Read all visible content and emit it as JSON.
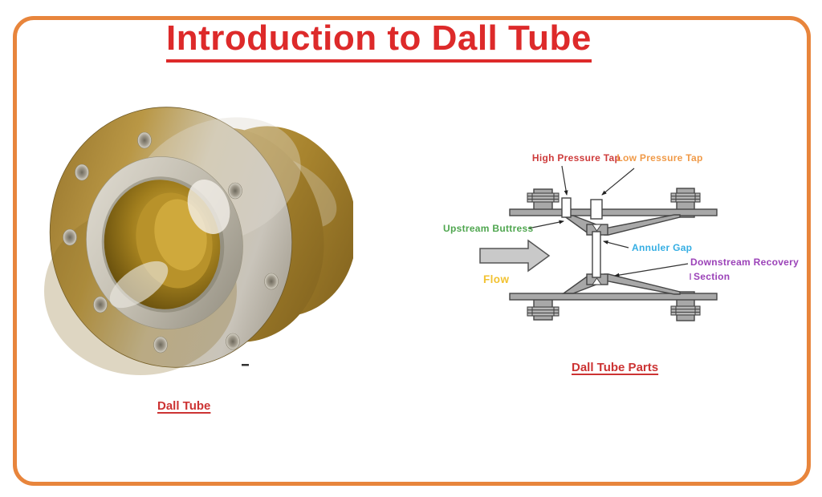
{
  "page": {
    "title": "Introduction to Dall Tube",
    "title_color": "#dd2a2a",
    "border_color": "#e8853c",
    "background": "#ffffff"
  },
  "photo": {
    "caption": "Dall Tube",
    "caption_color": "#cc3333",
    "colors": {
      "brass": "#a8842e",
      "silver": "#c9c4ba",
      "bore_gold": "#b8922a"
    }
  },
  "diagram": {
    "caption": "Dall Tube Parts",
    "caption_color": "#cc3333",
    "body_fill": "#a8a8a8",
    "outline_color": "#454545",
    "flow_arrow_fill": "#c9c9c9",
    "labels": {
      "high_pressure_tap": {
        "text": "High Pressure Tap",
        "color": "#ce3b3b"
      },
      "low_pressure_tap": {
        "text": "Low Pressure Tap",
        "color": "#f09a48"
      },
      "upstream_buttress": {
        "text": "Upstream Buttress",
        "color": "#4fa64f"
      },
      "annuler_gap": {
        "text": "Annuler Gap",
        "color": "#35aee3"
      },
      "downstream_recovery_line1": {
        "text": "Downstream Recovery",
        "color": "#9b42b8"
      },
      "downstream_recovery_line2": {
        "text": "Section",
        "color": "#9b42b8"
      },
      "flow": {
        "text": "Flow",
        "color": "#f2c230"
      }
    }
  }
}
